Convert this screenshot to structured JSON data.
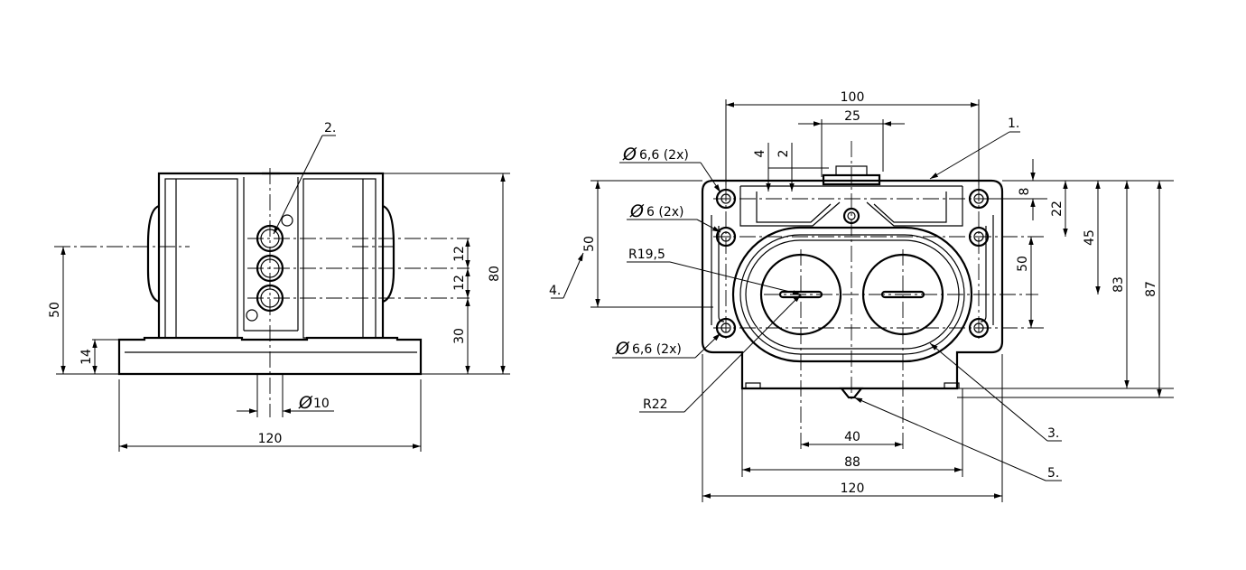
{
  "side_view": {
    "dims": {
      "d80": "80",
      "d50": "50",
      "d30": "30",
      "d14": "14",
      "d12a": "12",
      "d12b": "12",
      "d120": "120",
      "diam10": "10"
    },
    "callouts": {
      "c2": "2."
    }
  },
  "front_view": {
    "dims": {
      "d100": "100",
      "d25": "25",
      "d4": "4",
      "d2": "2",
      "d8": "8",
      "d22": "22",
      "d45": "45",
      "d83": "83",
      "d87": "87",
      "d50r": "50",
      "d50l": "50",
      "d40": "40",
      "d88": "88",
      "d120": "120"
    },
    "notes": {
      "hole_top": "6,6 (2x)",
      "hole_mid": "6 (2x)",
      "hole_bot": "6,6 (2x)",
      "r195": "R19,5",
      "r22": "R22"
    },
    "callouts": {
      "c1": "1.",
      "c3": "3.",
      "c4": "4.",
      "c5": "5."
    }
  },
  "symbols": {
    "diameter": "Ø"
  }
}
